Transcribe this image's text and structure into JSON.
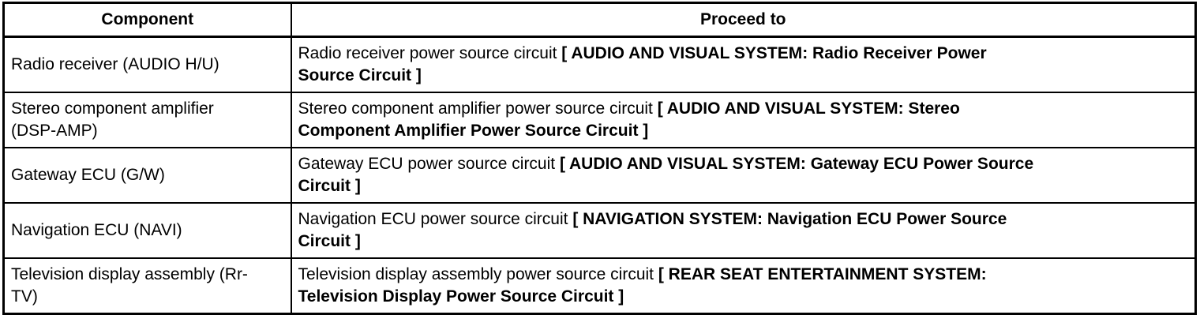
{
  "colors": {
    "border": "#000000",
    "text": "#000000",
    "background": "#ffffff"
  },
  "table": {
    "headers": [
      "Component",
      "Proceed to"
    ],
    "rows": [
      {
        "component": "Radio receiver (AUDIO H/U)",
        "proceed_text": "Radio receiver power source circuit ",
        "proceed_reference": "[ AUDIO AND VISUAL SYSTEM: Radio Receiver Power Source Circuit ]"
      },
      {
        "component": "Stereo component amplifier (DSP-AMP)",
        "proceed_text": "Stereo component amplifier power source circuit ",
        "proceed_reference": "[ AUDIO AND VISUAL SYSTEM: Stereo Component Amplifier Power Source Circuit ]"
      },
      {
        "component": "Gateway ECU (G/W)",
        "proceed_text": "Gateway ECU power source circuit ",
        "proceed_reference": "[ AUDIO AND VISUAL SYSTEM: Gateway ECU Power Source Circuit ]"
      },
      {
        "component": "Navigation ECU (NAVI)",
        "proceed_text": "Navigation ECU power source circuit ",
        "proceed_reference": "[ NAVIGATION SYSTEM: Navigation ECU Power Source Circuit ]"
      },
      {
        "component": "Television display assembly (Rr-TV)",
        "proceed_text": "Television display assembly power source circuit ",
        "proceed_reference": "[ REAR SEAT ENTERTAINMENT SYSTEM: Television Display Power Source Circuit ]"
      }
    ]
  }
}
